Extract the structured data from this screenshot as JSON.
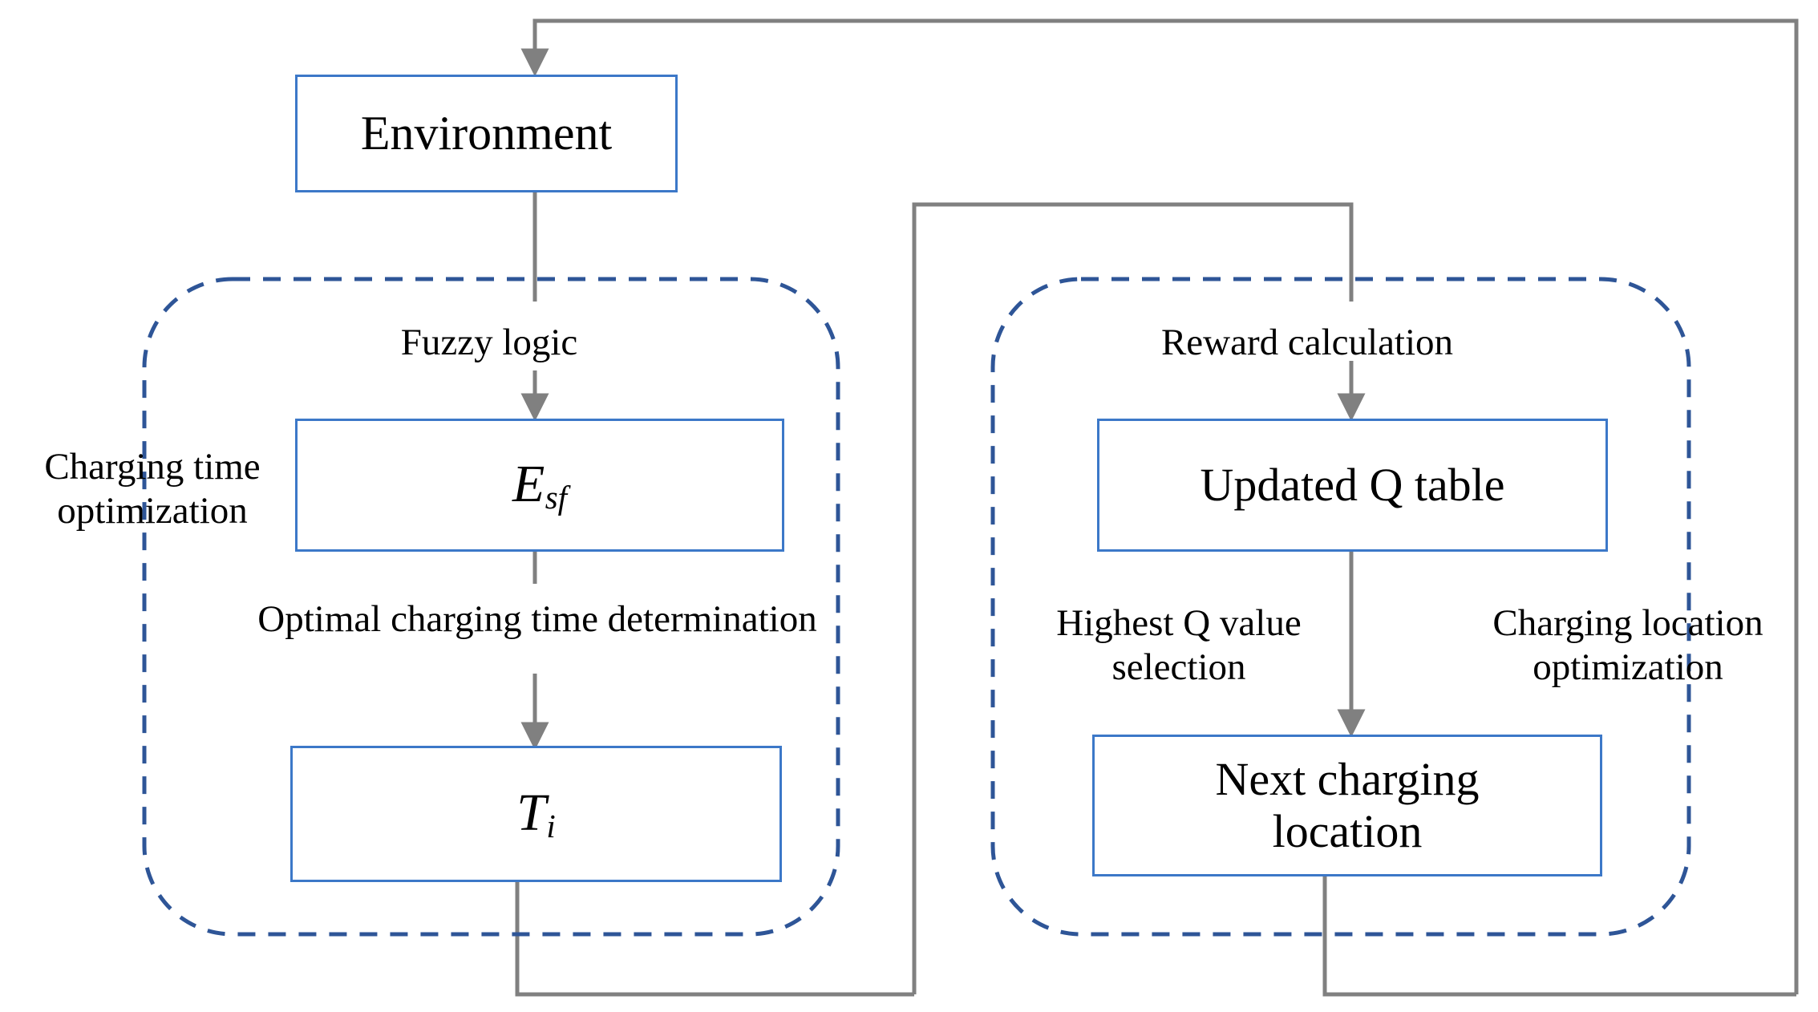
{
  "diagram": {
    "title": "Fuzzy logic and Q-learning charging optimization flowchart",
    "colors": {
      "node_border": "#3C78C8",
      "group_border": "#2E5597",
      "connector": "#808080",
      "text": "#000000",
      "background": "#FFFFFF"
    },
    "nodes": [
      {
        "id": "environment",
        "label": "Environment"
      },
      {
        "id": "e-sf",
        "label": "E_sf",
        "base": "E",
        "subscript": "sf"
      },
      {
        "id": "t-i",
        "label": "T_i",
        "base": "T",
        "subscript": "i"
      },
      {
        "id": "updated-q-table",
        "label": "Updated Q table"
      },
      {
        "id": "next-charging-location",
        "label": "Next charging\nlocation"
      }
    ],
    "edge_labels": [
      {
        "id": "fuzzy-logic",
        "label": "Fuzzy logic"
      },
      {
        "id": "optimal-charging-time",
        "label": "Optimal charging time determination"
      },
      {
        "id": "reward-calculation",
        "label": "Reward calculation"
      },
      {
        "id": "highest-q-value",
        "label": "Highest Q value\nselection"
      }
    ],
    "groups": [
      {
        "id": "charging-time-optimization",
        "label": "Charging time\noptimization"
      },
      {
        "id": "charging-location-optimization",
        "label": "Charging location\noptimization"
      }
    ]
  }
}
